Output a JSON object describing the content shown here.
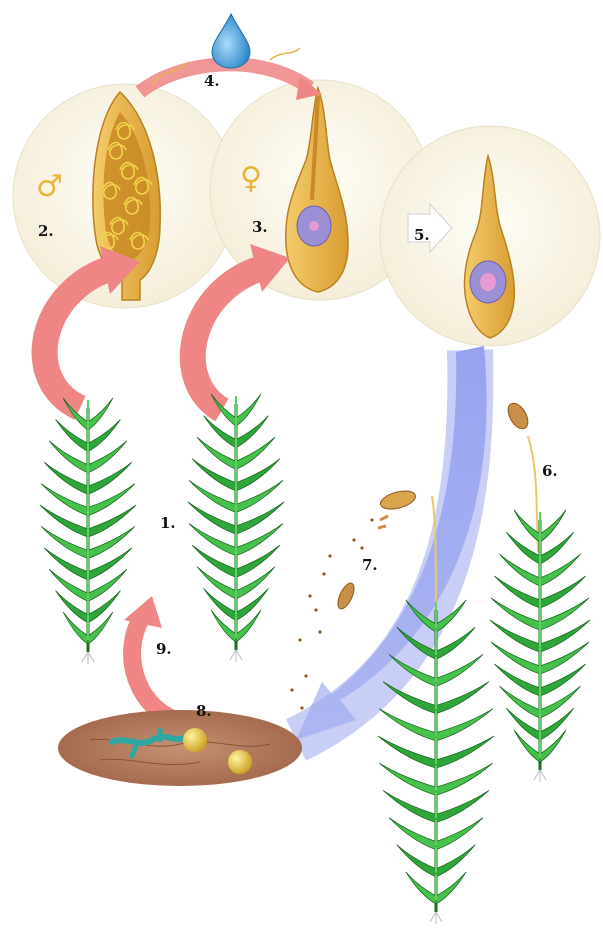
{
  "labels": {
    "step1": "1.",
    "step2": "2.",
    "step3": "3.",
    "step4": "4.",
    "step5": "5.",
    "step6": "6.",
    "step7": "7.",
    "step8": "8.",
    "step9": "9."
  },
  "symbols": {
    "male": "♂",
    "female": "♀"
  },
  "colors": {
    "circle_fill": "#fbf7ea",
    "organ_fill": "#e9b64a",
    "organ_inner": "#c98a24",
    "sperm_coil": "#f1d64a",
    "egg": "#9b8fd6",
    "egg_nucleus": "#e79bd2",
    "red_arrow": "#f08585",
    "blue_arrow": "#9aa6ee",
    "moss_green": "#2fa63a",
    "moss_dark": "#1d6b24",
    "soil": "#b98566",
    "spore_capsule": "#c98e47",
    "water_drop": "#4aa6e0",
    "symbol_color": "#e7b43c"
  },
  "icons": [
    "male-symbol-icon",
    "female-symbol-icon",
    "water-drop-icon"
  ]
}
